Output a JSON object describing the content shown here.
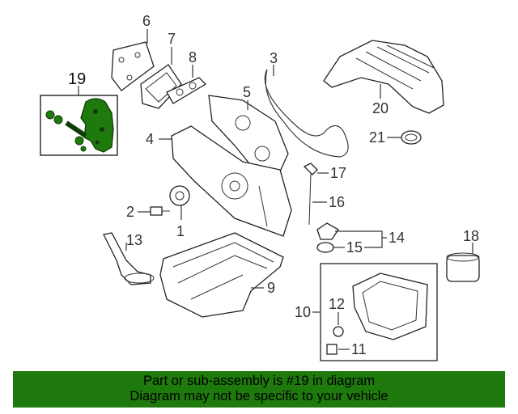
{
  "diagram": {
    "highlight_color": "#1e7a0c",
    "callouts": {
      "c1": "1",
      "c2": "2",
      "c3": "3",
      "c4": "4",
      "c5": "5",
      "c6": "6",
      "c7": "7",
      "c8": "8",
      "c9": "9",
      "c10": "10",
      "c11": "11",
      "c12": "12",
      "c13": "13",
      "c14": "14",
      "c15": "15",
      "c16": "16",
      "c17": "17",
      "c18": "18",
      "c19": "19",
      "c20": "20",
      "c21": "21"
    }
  },
  "footer": {
    "line1": "Part or sub-assembly is #19 in diagram",
    "line2": "Diagram may not be specific to your vehicle",
    "background": "#1e7a0c"
  }
}
